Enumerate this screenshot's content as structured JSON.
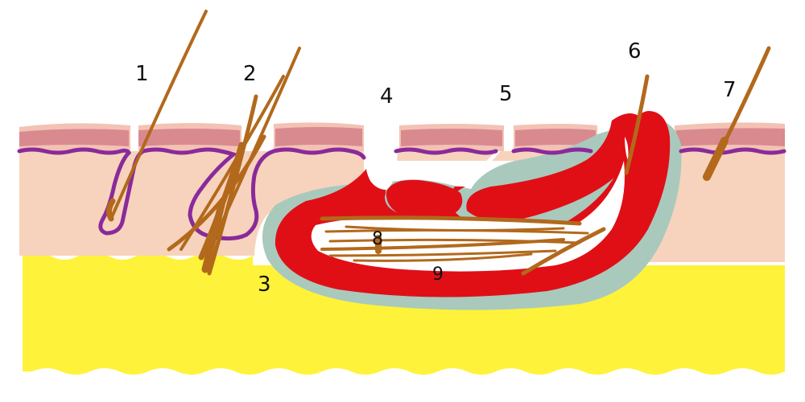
{
  "labels": {
    "l1": "1",
    "l2": "2",
    "l3": "3",
    "l4": "4",
    "l5": "5",
    "l6": "6",
    "l7": "7",
    "l8": "8",
    "l9": "9"
  },
  "colors": {
    "fat": "#fff23a",
    "dermis": "#f7d3bd",
    "epidermis_light": "#f3c2b4",
    "epidermis_dark": "#d98a8f",
    "basement_membrane": "#8a2a9a",
    "hair": "#b2691c",
    "granulation": "#a9c9bd",
    "abscess_wall": "#e00f16",
    "cavity": "#ffffff"
  }
}
